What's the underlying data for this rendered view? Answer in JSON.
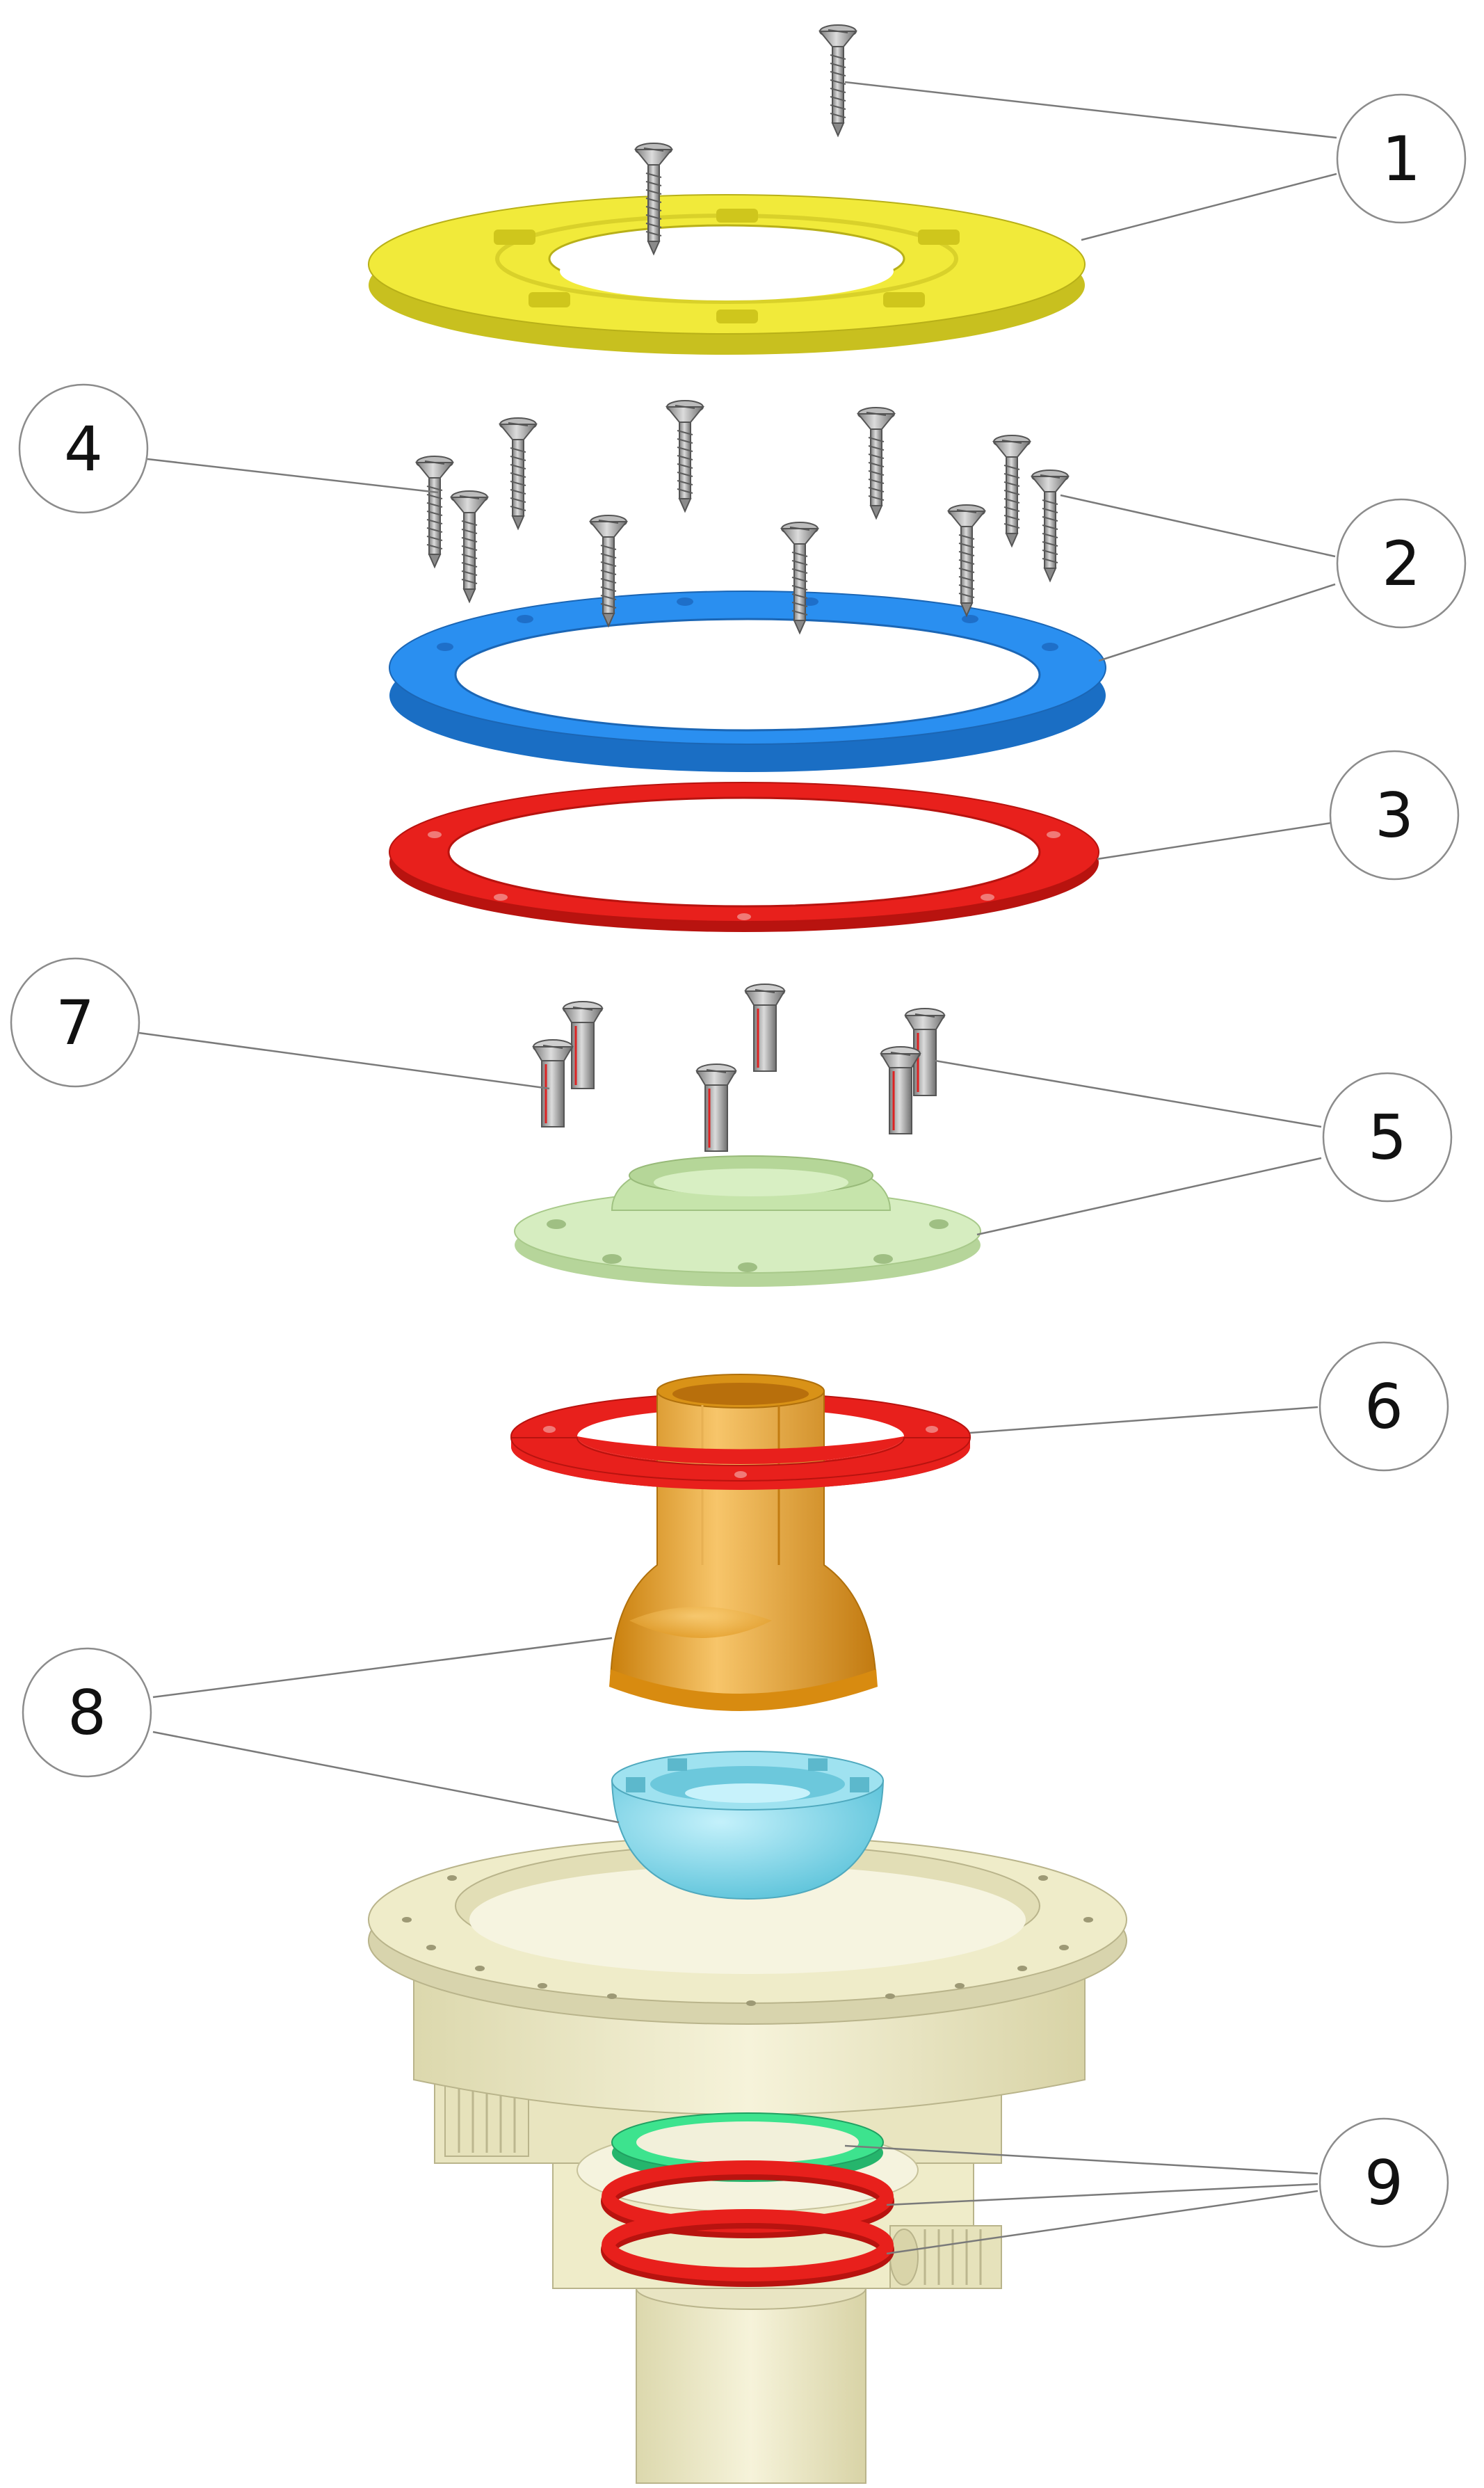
{
  "callouts": [
    {
      "id": "c1",
      "label": "1"
    },
    {
      "id": "c2",
      "label": "2"
    },
    {
      "id": "c3",
      "label": "3"
    },
    {
      "id": "c4",
      "label": "4"
    },
    {
      "id": "c5",
      "label": "5"
    },
    {
      "id": "c6",
      "label": "6"
    },
    {
      "id": "c7",
      "label": "7"
    },
    {
      "id": "c8",
      "label": "8"
    },
    {
      "id": "c9",
      "label": "9"
    }
  ],
  "colors": {
    "yellow_ring": "#f1ea3a",
    "blue_ring": "#2a8ff0",
    "red_gasket": "#e8201c",
    "light_green_flange": "#cfe8b4",
    "orange_nozzle": "#eba21e",
    "cyan_ball": "#7ed6e8",
    "cream_body": "#efecc9",
    "green_oring": "#3de38e",
    "screw_gray": "#a7a7a7",
    "callout_stroke": "#8c8c8c",
    "leader_line": "#7a7a7a"
  },
  "icons": [
    "screw-icon"
  ]
}
